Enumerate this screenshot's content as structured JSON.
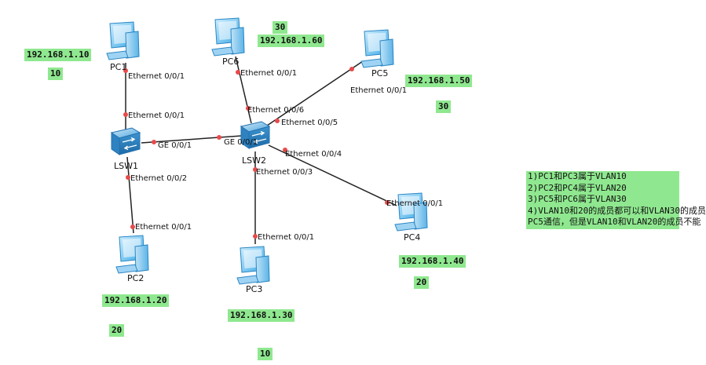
{
  "devices": {
    "pc1": "PC1",
    "pc2": "PC2",
    "pc3": "PC3",
    "pc4": "PC4",
    "pc5": "PC5",
    "pc6": "PC6",
    "lsw1": "LSW1",
    "lsw2": "LSW2"
  },
  "ports": {
    "pc1_eth": "Ethernet 0/0/1",
    "lsw1_e1": "Ethernet 0/0/1",
    "lsw1_ge": "GE 0/0/1",
    "lsw1_e2": "Ethernet 0/0/2",
    "pc2_eth": "Ethernet 0/0/1",
    "pc6_eth": "Ethernet 0/0/1",
    "lsw2_e6": "Ethernet 0/0/6",
    "lsw2_e5": "Ethernet 0/0/5",
    "lsw2_ge": "GE 0/0/1",
    "lsw2_e4": "Ethernet 0/0/4",
    "lsw2_e3": "Ethernet 0/0/3",
    "pc3_eth": "Ethernet 0/0/1",
    "pc4_eth": "Ethernet 0/0/1",
    "pc5_eth": "Ethernet 0/0/1"
  },
  "tags": {
    "pc1_ip": "192.168.1.10",
    "pc1_vlan": "10",
    "pc6_vlan": "30",
    "pc6_ip": "192.168.1.60",
    "pc5_ip": "192.168.1.50",
    "pc5_vlan": "30",
    "pc2_ip": "192.168.1.20",
    "pc2_vlan": "20",
    "pc3_ip": "192.168.1.30",
    "pc3_vlan": "10",
    "pc4_ip": "192.168.1.40",
    "pc4_vlan": "20"
  },
  "notes": [
    "1)PC1和PC3属于VLAN10",
    "2)PC2和PC4属于VLAN20",
    "3)PC5和PC6属于VLAN30",
    "4)VLAN10和20的成员都可以和VLAN30的成员",
    "PC5通信，但是VLAN10和VLAN20的成员不能"
  ],
  "colors": {
    "tag_bg": "#8fe88f",
    "link": "#222222",
    "port_dot": "#e84a4a"
  }
}
